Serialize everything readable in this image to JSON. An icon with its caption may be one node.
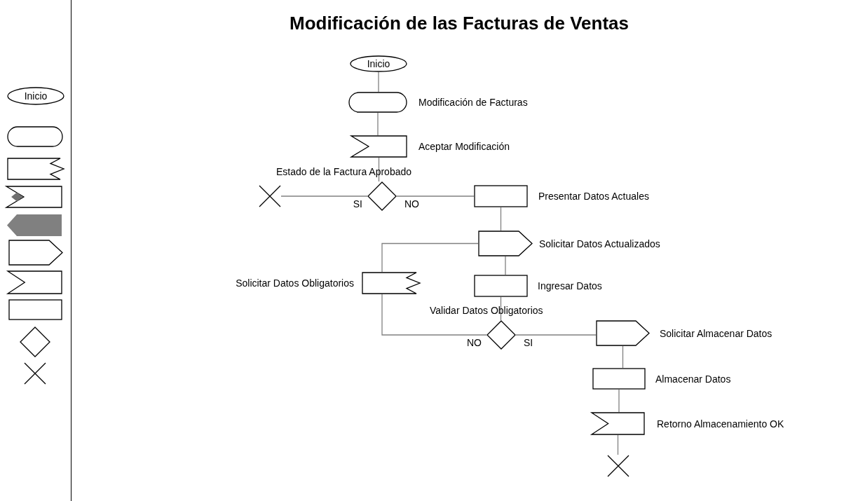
{
  "diagram": {
    "title": "Modificación de las Facturas de Ventas",
    "nodes": [
      {
        "text": [
          "Inicio"
        ]
      },
      {
        "text": [],
        "shape": "rounded"
      },
      {
        "text": [],
        "shape": "tag"
      },
      {
        "text": [],
        "shape": "receive"
      },
      {
        "text": [],
        "shape": "arrow"
      },
      {
        "text": [],
        "shape": "pentagon"
      },
      {
        "text": [],
        "shape": "notch"
      },
      {
        "text": [],
        "shape": "box"
      },
      {
        "text": [],
        "shape": "diamond"
      },
      {
        "text": [],
        "shape": "cross"
      },
      {
        "text": [
          "Inicio"
        ]
      },
      {
        "text": [],
        "shape": "rounded",
        "beside": [
          "Modificación de Facturas"
        ]
      },
      {
        "text": [],
        "shape": "notch",
        "beside": [
          "Aceptar Modificación"
        ]
      },
      {
        "text": [],
        "shape": "diamond",
        "beside": [
          "Estado de la Factura Aprobado"
        ]
      },
      {
        "text": [],
        "shape": "cross"
      },
      {
        "text": [],
        "shape": "box",
        "beside": [
          "Presentar Datos Actuales"
        ]
      },
      {
        "text": [],
        "shape": "pentagon",
        "beside": [
          "Solicitar Datos Actualizados"
        ]
      },
      {
        "text": [],
        "shape": "tag",
        "beside": [
          "Solicitar Datos Obligatorios"
        ]
      },
      {
        "text": [],
        "shape": "box",
        "beside": [
          "Ingresar Datos"
        ]
      },
      {
        "text": [],
        "shape": "diamond",
        "beside": [
          "Validar Datos Obligatorios"
        ]
      },
      {
        "text": [],
        "shape": "pentagon",
        "beside": [
          "Solicitar Almacenar Datos"
        ]
      },
      {
        "text": [],
        "shape": "box",
        "beside": [
          "Almacenar Datos"
        ]
      },
      {
        "text": [],
        "shape": "notch",
        "beside": [
          "Retorno Almacenamiento OK"
        ]
      },
      {
        "text": [],
        "shape": "cross"
      }
    ],
    "edges": [
      {
        "from": 10,
        "to": 11,
        "arrow": "none"
      },
      {
        "from": 11,
        "to": 12,
        "arrow": "none"
      },
      {
        "from": 12,
        "to": 13,
        "arrow": "none"
      },
      {
        "from": 13,
        "to": 14,
        "arrow": "none",
        "label": "SI"
      },
      {
        "from": 13,
        "to": 15,
        "arrow": "none",
        "label": "NO"
      },
      {
        "from": 15,
        "to": 16,
        "arrow": "none"
      },
      {
        "from": 16,
        "to": 17,
        "arrow": "none"
      },
      {
        "from": 16,
        "to": 18,
        "arrow": "none"
      },
      {
        "from": 18,
        "to": 19,
        "arrow": "none"
      },
      {
        "from": 19,
        "to": 17,
        "arrow": "none",
        "label": "NO"
      },
      {
        "from": 19,
        "to": 20,
        "arrow": "none",
        "label": "SI"
      },
      {
        "from": 20,
        "to": 21,
        "arrow": "none"
      },
      {
        "from": 21,
        "to": 22,
        "arrow": "none"
      },
      {
        "from": 22,
        "to": 23,
        "arrow": "none"
      }
    ]
  }
}
